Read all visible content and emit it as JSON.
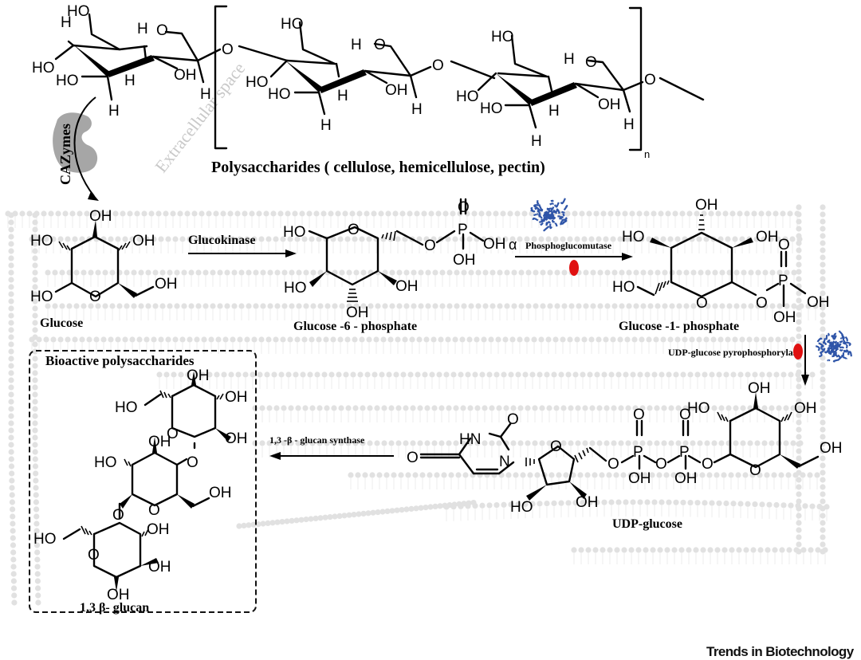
{
  "figure": {
    "source_credit": "Trends in Biotechnology",
    "extracellular_label": "Extracellular space",
    "enzyme_group_label": "CAZymes",
    "polymer_label": "Polysaccharides ( cellulose, hemicellulose, pectin)",
    "polymer_repeat_subscript": "n"
  },
  "compounds": {
    "glucose": "Glucose",
    "g6p": "Glucose -6 - phosphate",
    "g1p": "Glucose -1- phosphate",
    "udpg": "UDP-glucose",
    "glucan": "1,3 β- glucan",
    "bioactive_box_title": "Bioactive polysaccharides"
  },
  "enzymes": {
    "step1": "Glucokinase",
    "step2": "Phosphoglucomutase",
    "step2_prefix": "α",
    "step3": "UDP-glucose pyrophosphorylase",
    "step4": "1,3 -β  - glucan synthase"
  },
  "atoms": {
    "HO": "HO",
    "OH": "OH",
    "O": "O",
    "H": "H",
    "P": "P",
    "N": "N",
    "HN": "HN"
  },
  "colors": {
    "protein": "#2f55a8",
    "inhibitor_marker": "#e01010",
    "membrane": "#e1e1e1",
    "cazyme": "#a6a6a6"
  }
}
